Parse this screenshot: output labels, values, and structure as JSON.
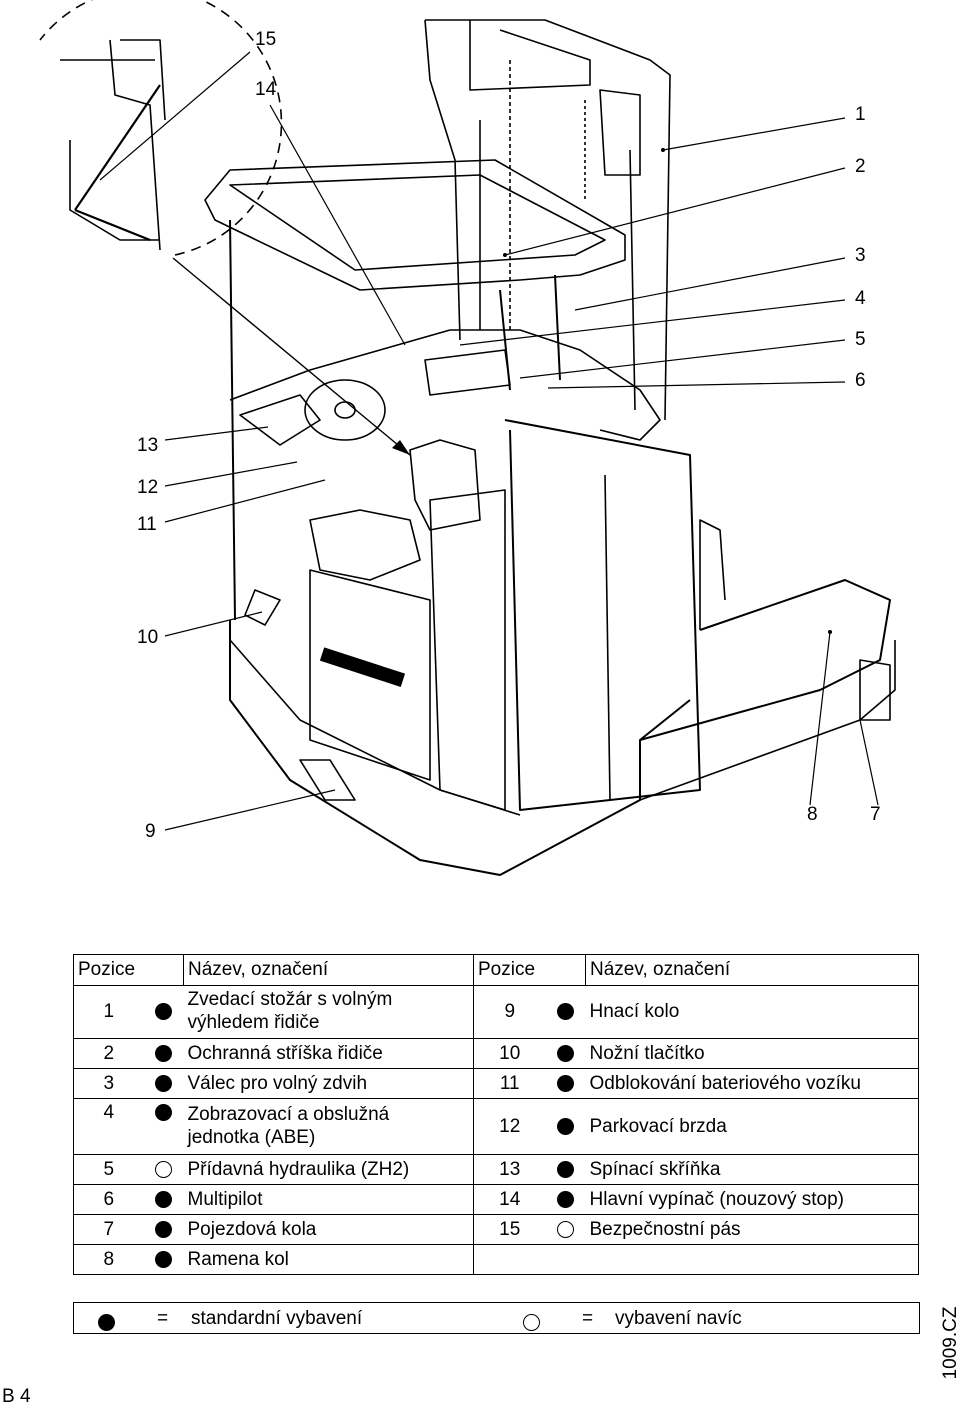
{
  "figure": {
    "callouts": [
      "15",
      "14",
      "1",
      "2",
      "3",
      "4",
      "5",
      "6",
      "13",
      "12",
      "11",
      "10",
      "9",
      "8",
      "7"
    ]
  },
  "table": {
    "headers": {
      "pos_left": "Pozice",
      "name_left": "Název, označení",
      "pos_right": "Pozice",
      "name_right": "Název, označení"
    },
    "rows": [
      {
        "l_num": "1",
        "l_std": true,
        "l_name_1": "Zvedací stožár s volným",
        "l_name_2": "výhledem řidiče",
        "r_num": "9",
        "r_std": true,
        "r_name": "Hnací kolo"
      },
      {
        "l_num": "2",
        "l_std": true,
        "l_name": "Ochranná stříška řidiče",
        "r_num": "10",
        "r_std": true,
        "r_name": "Nožní tlačítko"
      },
      {
        "l_num": "3",
        "l_std": true,
        "l_name": "Válec pro volný zdvih",
        "r_num": "11",
        "r_std": true,
        "r_name": "Odblokování bateriového vozíku"
      },
      {
        "l_num": "4",
        "l_std": true,
        "l_name_1": "Zobrazovací a obslužná",
        "l_name_2": "jednotka (ABE)",
        "r_num": "12",
        "r_std": true,
        "r_name": "Parkovací brzda"
      },
      {
        "l_num": "5",
        "l_std": false,
        "l_name": "Přídavná hydraulika (ZH2)",
        "r_num": "13",
        "r_std": true,
        "r_name": "Spínací skříňka"
      },
      {
        "l_num": "6",
        "l_std": true,
        "l_name": "Multipilot",
        "r_num": "14",
        "r_std": true,
        "r_name": "Hlavní vypínač (nouzový stop)"
      },
      {
        "l_num": "7",
        "l_std": true,
        "l_name": "Pojezdová kola",
        "r_num": "15",
        "r_std": false,
        "r_name": "Bezpečnostní pás"
      },
      {
        "l_num": "8",
        "l_std": true,
        "l_name": "Ramena kol",
        "r_num": "",
        "r_std": null,
        "r_name": ""
      }
    ]
  },
  "legend": {
    "eq": "=",
    "standard": "standardní vybavení",
    "optional": "vybavení navíc"
  },
  "doc_code": "1009.CZ",
  "page": "B 4"
}
